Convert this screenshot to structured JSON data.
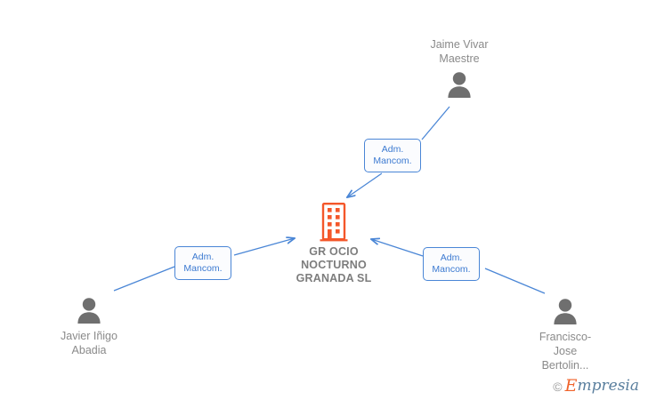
{
  "diagram": {
    "type": "company-relationship-graph",
    "background_color": "#ffffff",
    "accent_color": "#f4572a",
    "edge_color": "#4a86d6",
    "text_color": "#8a8a8a"
  },
  "company": {
    "name": "GR OCIO\nNOCTURNO\nGRANADA  SL",
    "icon": "building-icon"
  },
  "people": [
    {
      "id": "jaime-vivar-maestre",
      "name": "Jaime Vivar\nMaestre",
      "icon": "person-icon",
      "label_position": "above"
    },
    {
      "id": "javier-inigo-abadia",
      "name": "Javier Iñigo\nAbadia",
      "icon": "person-icon",
      "label_position": "below"
    },
    {
      "id": "francisco-jose-bertolin",
      "name": "Francisco-\nJose\nBertolin...",
      "icon": "person-icon",
      "label_position": "below"
    }
  ],
  "relations": [
    {
      "id": "rel-jaime",
      "label": "Adm.\nMancom.",
      "from": "jaime-vivar-maestre",
      "to": "company"
    },
    {
      "id": "rel-javier",
      "label": "Adm.\nMancom.",
      "from": "javier-inigo-abadia",
      "to": "company"
    },
    {
      "id": "rel-francisco",
      "label": "Adm.\nMancom.",
      "from": "francisco-jose-bertolin",
      "to": "company"
    }
  ],
  "watermark": {
    "copyright": "©",
    "brand_initial": "E",
    "brand_rest": "mpresia"
  }
}
